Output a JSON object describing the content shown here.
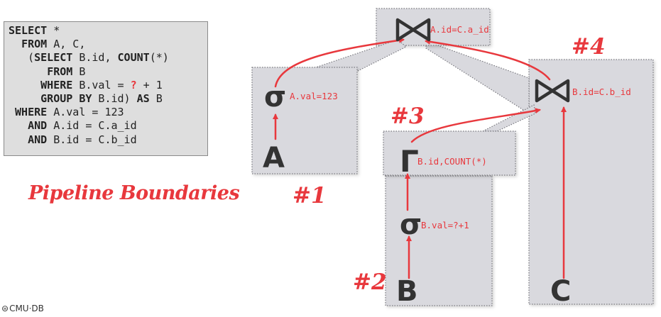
{
  "sql": {
    "lines": [
      [
        {
          "t": "SELECT",
          "k": true
        },
        {
          "t": " *"
        }
      ],
      [
        {
          "t": "  "
        },
        {
          "t": "FROM",
          "k": true
        },
        {
          "t": " A, C,"
        }
      ],
      [
        {
          "t": "   ("
        },
        {
          "t": "SELECT",
          "k": true
        },
        {
          "t": " B.id, "
        },
        {
          "t": "COUNT",
          "k": true
        },
        {
          "t": "(*)"
        }
      ],
      [
        {
          "t": "      "
        },
        {
          "t": "FROM",
          "k": true
        },
        {
          "t": " B"
        }
      ],
      [
        {
          "t": "     "
        },
        {
          "t": "WHERE",
          "k": true
        },
        {
          "t": " B.val = "
        },
        {
          "t": "?",
          "p": true
        },
        {
          "t": " + 1"
        }
      ],
      [
        {
          "t": "     "
        },
        {
          "t": "GROUP BY",
          "k": true
        },
        {
          "t": " B.id) "
        },
        {
          "t": "AS",
          "k": true
        },
        {
          "t": " B"
        }
      ],
      [
        {
          "t": " "
        },
        {
          "t": "WHERE",
          "k": true
        },
        {
          "t": " A.val = 123"
        }
      ],
      [
        {
          "t": "   "
        },
        {
          "t": "AND",
          "k": true
        },
        {
          "t": " A.id = C.a_id"
        }
      ],
      [
        {
          "t": "   "
        },
        {
          "t": "AND",
          "k": true
        },
        {
          "t": " B.id = C.b_id"
        }
      ]
    ]
  },
  "title": "Pipeline Boundaries",
  "logo": {
    "icon": "cmu-db-logo-icon",
    "text": "CMU·DB"
  },
  "operators": {
    "join_top": {
      "symbol": "⋈",
      "condition": "A.id=C.a_id"
    },
    "join_right": {
      "symbol": "⋈",
      "condition": "B.id=C.b_id"
    },
    "select_a": {
      "symbol": "σ",
      "condition": "A.val=123"
    },
    "group_by": {
      "symbol": "Γ",
      "condition": "B.id,COUNT(*)"
    },
    "select_b": {
      "symbol": "σ",
      "condition": "B.val=?+1"
    }
  },
  "tables": {
    "a": "A",
    "b": "B",
    "c": "C"
  },
  "pipelines": {
    "p1": "#1",
    "p2": "#2",
    "p3": "#3",
    "p4": "#4"
  },
  "colors": {
    "accent": "#e8383d",
    "pipeline_fill": "#d9d9de",
    "pipeline_border": "#7a7a80",
    "text": "#333333"
  }
}
